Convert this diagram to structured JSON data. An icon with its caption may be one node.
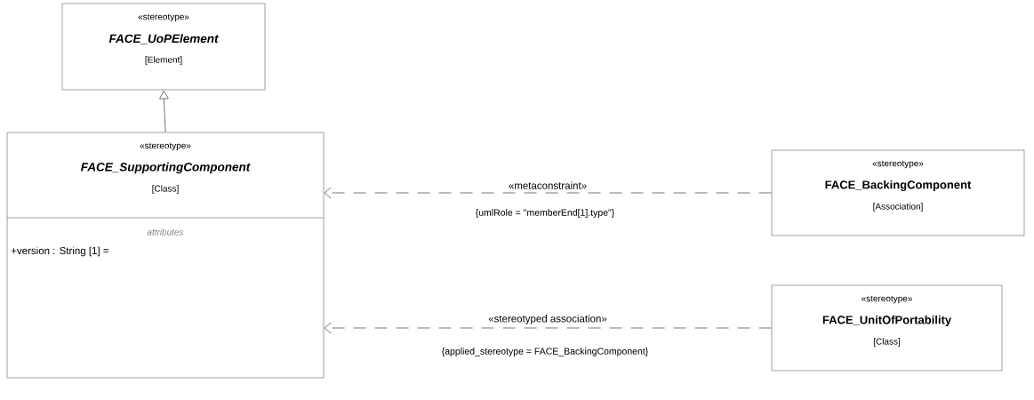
{
  "diagram": {
    "nodes": [
      {
        "text": [
          "«stereotype»",
          "FACE_UoPElement",
          "[Element]"
        ]
      },
      {
        "text": [
          "«stereotype»",
          "FACE_SupportingComponent",
          "[Class]",
          "attributes",
          "+version : String [1] ="
        ]
      },
      {
        "text": [
          "«stereotype»",
          "FACE_BackingComponent",
          "[Association]"
        ]
      },
      {
        "text": [
          "«stereotype»",
          "FACE_UnitOfPortability",
          "[Class]"
        ]
      }
    ],
    "edges": [
      {
        "from": 1,
        "to": 0,
        "arrow": "to"
      },
      {
        "from": 2,
        "to": 1,
        "arrow": "to",
        "style": "dashed",
        "label": "«metaconstraint»"
      },
      {
        "from": 3,
        "to": 1,
        "arrow": "to",
        "style": "dashed",
        "label": "«stereotyped association»"
      }
    ],
    "labels": [
      "{umlRole = \"memberEnd[1].type\"}",
      "{applied_stereotype = FACE_BackingComponent}"
    ]
  }
}
